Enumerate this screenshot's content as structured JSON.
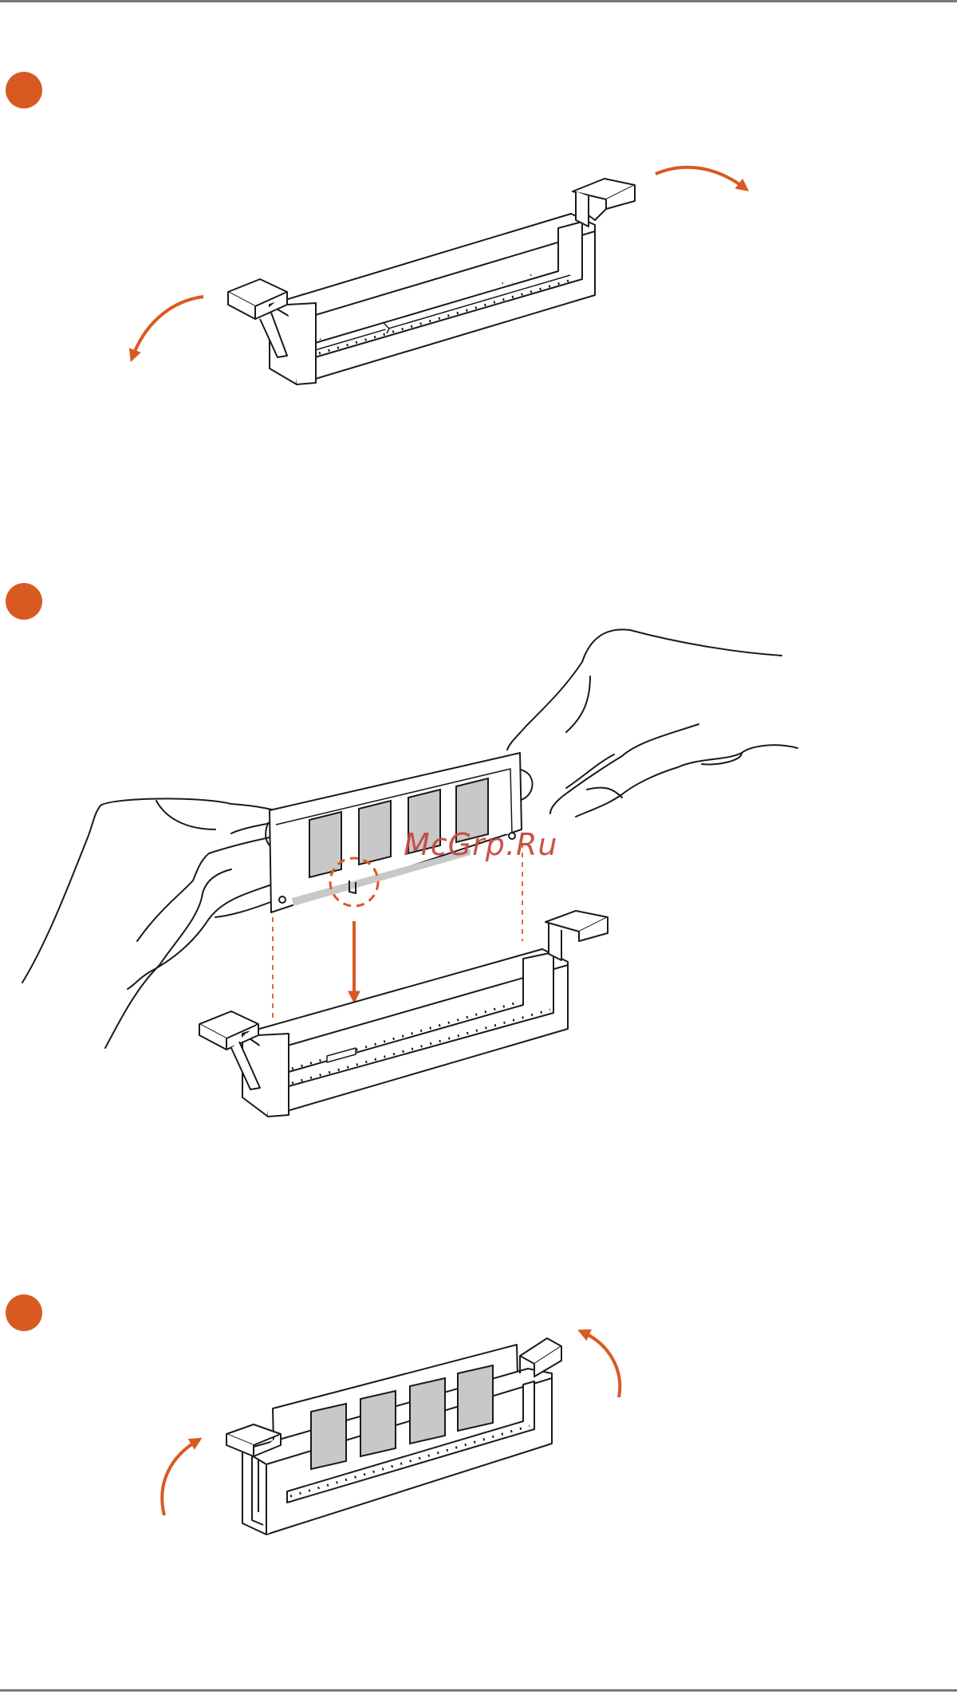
{
  "watermark": "McGrp.Ru",
  "colors": {
    "accent": "#d85a22",
    "line": "#1a1a1a",
    "chip": "#c8c8c8",
    "rule": "#7a7a7a"
  },
  "steps": [
    {
      "marker": "step-1",
      "action": "open-retaining-clips",
      "icons": [
        "clip-open-left-arrow",
        "clip-open-right-arrow"
      ]
    },
    {
      "marker": "step-2",
      "action": "align-notch-and-insert-module",
      "icons": [
        "notch-highlight",
        "insert-down-arrow"
      ]
    },
    {
      "marker": "step-3",
      "action": "clips-snap-closed",
      "icons": [
        "clip-close-left-arrow",
        "clip-close-right-arrow"
      ]
    }
  ]
}
